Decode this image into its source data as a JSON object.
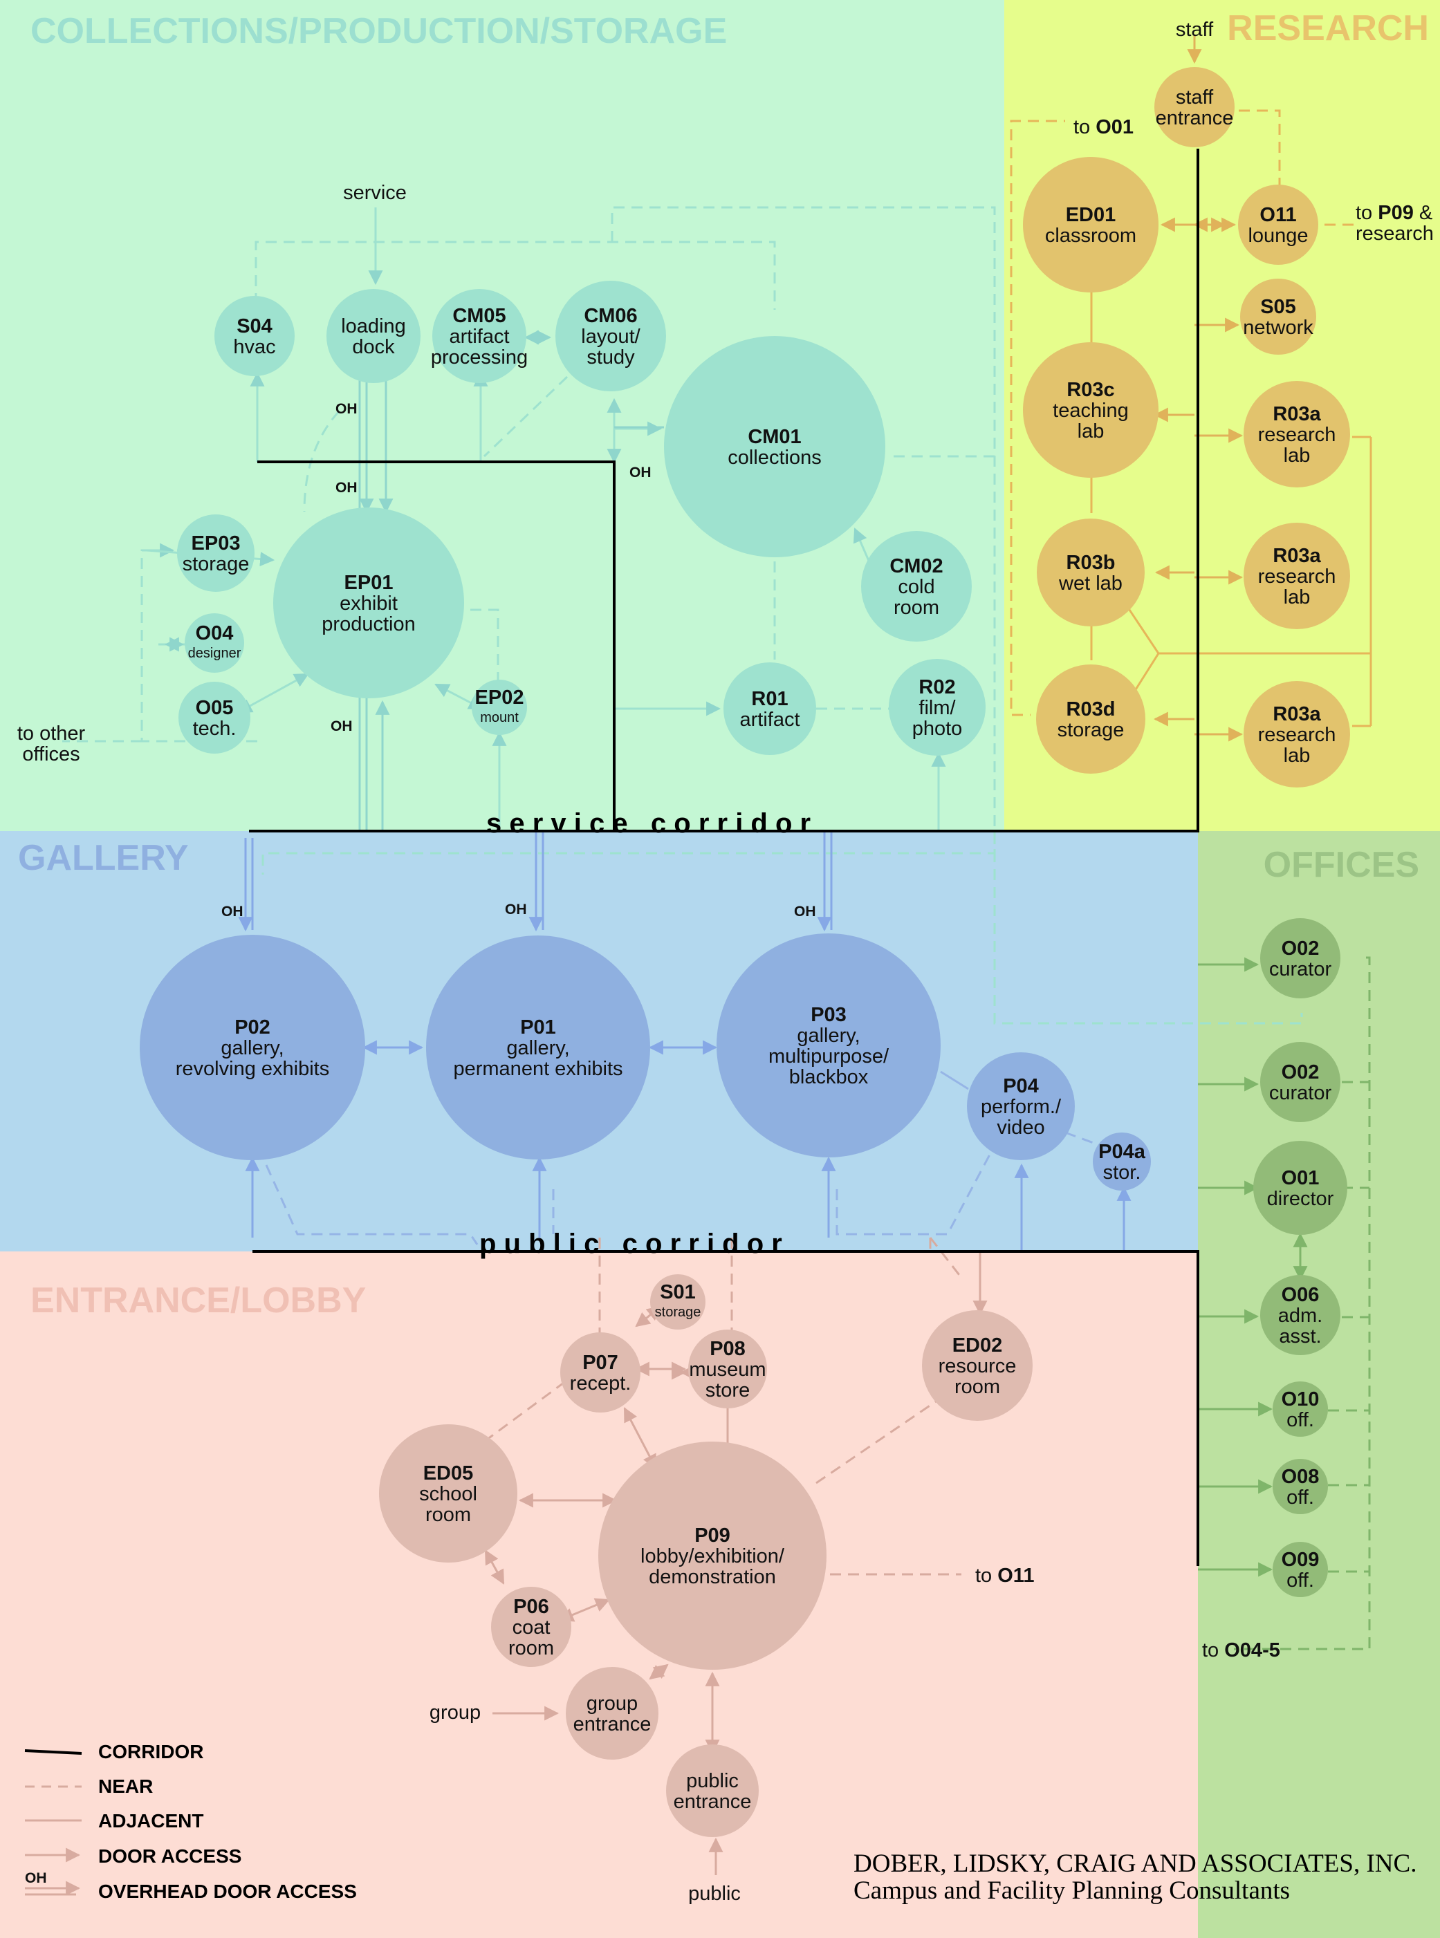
{
  "zones": {
    "collections": "COLLECTIONS/PRODUCTION/STORAGE",
    "research": "RESEARCH",
    "gallery": "GALLERY",
    "offices": "OFFICES",
    "entrance": "ENTRANCE/LOBBY"
  },
  "corridors": {
    "service": "s e r v i c e   c o r r i d o r",
    "public": "p u b l i c   c o r r i d o r"
  },
  "oh": "OH",
  "nodes": {
    "S04": {
      "id": "S04",
      "l1": "hvac"
    },
    "loading": {
      "l1": "loading",
      "l2": "dock"
    },
    "CM05": {
      "id": "CM05",
      "l1": "artifact",
      "l2": "processing"
    },
    "CM06": {
      "id": "CM06",
      "l1": "layout/",
      "l2": "study"
    },
    "CM01": {
      "id": "CM01",
      "l1": "collections"
    },
    "EP03": {
      "id": "EP03",
      "l1": "storage"
    },
    "O04": {
      "id": "O04",
      "l1": "designer"
    },
    "O05": {
      "id": "O05",
      "l1": "tech."
    },
    "EP01": {
      "id": "EP01",
      "l1": "exhibit",
      "l2": "production"
    },
    "EP02": {
      "id": "EP02",
      "l1": "mount"
    },
    "CM02": {
      "id": "CM02",
      "l1": "cold",
      "l2": "room"
    },
    "R01": {
      "id": "R01",
      "l1": "artifact"
    },
    "R02": {
      "id": "R02",
      "l1": "film/",
      "l2": "photo"
    },
    "staffent": {
      "l1": "staff",
      "l2": "entrance"
    },
    "ED01": {
      "id": "ED01",
      "l1": "classroom"
    },
    "O11": {
      "id": "O11",
      "l1": "lounge"
    },
    "S05": {
      "id": "S05",
      "l1": "network"
    },
    "R03c": {
      "id": "R03c",
      "l1": "teaching",
      "l2": "lab"
    },
    "R03a1": {
      "id": "R03a",
      "l1": "research",
      "l2": "lab"
    },
    "R03b": {
      "id": "R03b",
      "l1": "wet lab"
    },
    "R03a2": {
      "id": "R03a",
      "l1": "research",
      "l2": "lab"
    },
    "R03d": {
      "id": "R03d",
      "l1": "storage"
    },
    "R03a3": {
      "id": "R03a",
      "l1": "research",
      "l2": "lab"
    },
    "P02": {
      "id": "P02",
      "l1": "gallery,",
      "l2": "revolving exhibits"
    },
    "P01": {
      "id": "P01",
      "l1": "gallery,",
      "l2": "permanent exhibits"
    },
    "P03": {
      "id": "P03",
      "l1": "gallery,",
      "l2": "multipurpose/",
      "l3": "blackbox"
    },
    "P04": {
      "id": "P04",
      "l1": "perform./",
      "l2": "video"
    },
    "P04a": {
      "id": "P04a",
      "l1": "stor."
    },
    "O02a": {
      "id": "O02",
      "l1": "curator"
    },
    "O02b": {
      "id": "O02",
      "l1": "curator"
    },
    "O01": {
      "id": "O01",
      "l1": "director"
    },
    "O06": {
      "id": "O06",
      "l1": "adm.",
      "l2": "asst."
    },
    "O10": {
      "id": "O10",
      "l1": "off."
    },
    "O08": {
      "id": "O08",
      "l1": "off."
    },
    "O09": {
      "id": "O09",
      "l1": "off."
    },
    "S01": {
      "id": "S01",
      "l1": "storage"
    },
    "P07": {
      "id": "P07",
      "l1": "recept."
    },
    "P08": {
      "id": "P08",
      "l1": "museum",
      "l2": "store"
    },
    "ED02": {
      "id": "ED02",
      "l1": "resource",
      "l2": "room"
    },
    "ED05": {
      "id": "ED05",
      "l1": "school",
      "l2": "room"
    },
    "P09": {
      "id": "P09",
      "l1": "lobby/exhibition/",
      "l2": "demonstration"
    },
    "P06": {
      "id": "P06",
      "l1": "coat",
      "l2": "room"
    },
    "groupent": {
      "l1": "group",
      "l2": "entrance"
    },
    "publicent": {
      "l1": "public",
      "l2": "entrance"
    }
  },
  "labels": {
    "service": "service",
    "staff": "staff",
    "group": "group",
    "public": "public",
    "other_offices_1": "to other",
    "other_offices_2": "offices",
    "toO01_pre": "to ",
    "toO01_b": "O01",
    "toP09_pre": "to ",
    "toP09_b": "P09",
    "toP09_post": " &",
    "toP09_2": "research",
    "toO11_pre": "to ",
    "toO11_b": "O11",
    "toO045_pre": "to ",
    "toO045_b": "O04-5"
  },
  "legend": {
    "corridor": "CORRIDOR",
    "near": "NEAR",
    "adjacent": "ADJACENT",
    "door": "DOOR ACCESS",
    "overhead": "OVERHEAD DOOR ACCESS",
    "oh": "OH"
  },
  "credit": {
    "line1": "DOBER, LIDSKY, CRAIG AND ASSOCIATES, INC.",
    "line2": "Campus and Facility Planning Consultants"
  },
  "colors": {
    "collections_bg": "#c4f7d4",
    "research_bg": "#e6fd8c",
    "gallery_bg": "#b3d8ee",
    "offices_bg": "#bce1a0",
    "entrance_bg": "#fdddd4",
    "collections_node": "#9ee2cf",
    "research_node": "#e2c36d",
    "gallery_node": "#8fb0e0",
    "offices_node": "#92bb78",
    "entrance_node": "#dfbbb0"
  }
}
